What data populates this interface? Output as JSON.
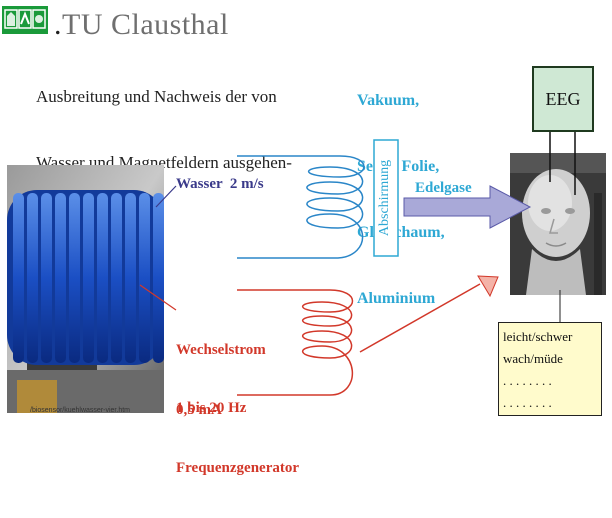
{
  "header": {
    "logo_title": "TU Clausthal",
    "subtitle_lines": [
      "Ausbreitung und Nachweis der von",
      "Wasser und Magnetfeldern ausgehen-",
      "den Wirkung"
    ]
  },
  "materials": [
    "Vakuum,",
    "Seide, Folie,",
    "Glasschaum,",
    "Aluminium"
  ],
  "eeg": {
    "label": "EEG"
  },
  "water": {
    "label": "Wasser  2 m/s"
  },
  "shield": {
    "label": "Abschirmung"
  },
  "gas": {
    "label": "Edelgase"
  },
  "current": {
    "line1": "Wechselstrom",
    "line2": "0,5 mA",
    "line3": "1 bis 20 Hz",
    "line4": "Frequenzgenerator"
  },
  "notes": {
    "lines": [
      "leicht/schwer",
      "wach/müde",
      ". . . . . . . .",
      ". . . . . . . ."
    ]
  },
  "source": {
    "text": "/biosensor/kuehlwasser-vier.htm"
  },
  "colors": {
    "blue_coil": "#2a86c8",
    "red_coil": "#d2382a",
    "cyan_text": "#2ea8d4",
    "navy_text": "#3a3a8a",
    "logo_green": "#1a9a3a",
    "eeg_box": "#cfe8d4",
    "note_box": "#fffbcc",
    "arrow_fill": "#a9a9d8"
  }
}
